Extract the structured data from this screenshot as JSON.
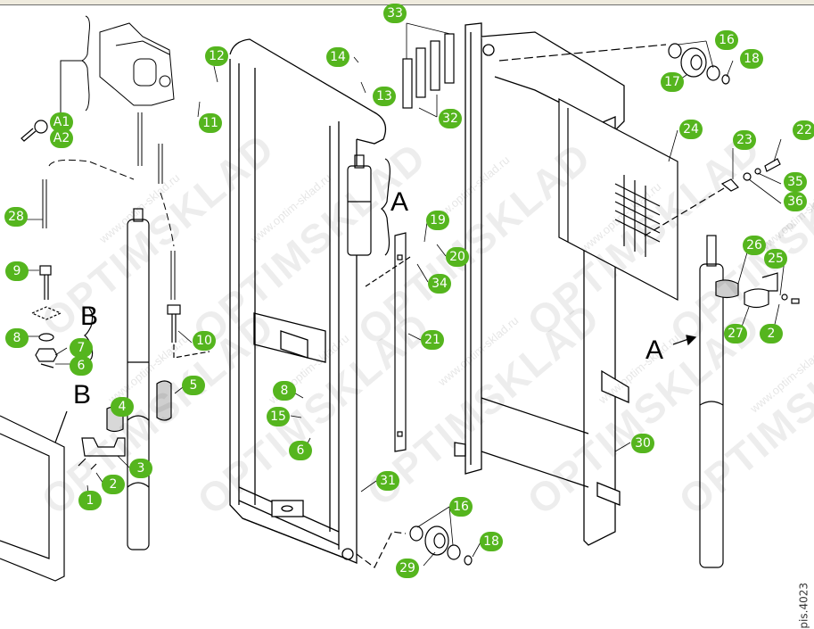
{
  "viewer": {
    "toolbar_color": "#efebde"
  },
  "diagram": {
    "title": "Mast assembly exploded view",
    "callout_color": "#55b51e",
    "drawing_number": "pis.4023",
    "watermark": {
      "brand": "OPTIMSKLAD",
      "url": "www.optim-sklad.ru"
    },
    "group_labels": {
      "A_detail": "A",
      "B_group": "B",
      "B_view": "B",
      "A_view": "A"
    },
    "callouts": [
      {
        "id": "c12",
        "label": "12"
      },
      {
        "id": "c11",
        "label": "11"
      },
      {
        "id": "cA1",
        "label": "A1"
      },
      {
        "id": "cA2",
        "label": "A2"
      },
      {
        "id": "c14",
        "label": "14"
      },
      {
        "id": "c13",
        "label": "13"
      },
      {
        "id": "c33",
        "label": "33"
      },
      {
        "id": "c32",
        "label": "32"
      },
      {
        "id": "c16a",
        "label": "16"
      },
      {
        "id": "c18a",
        "label": "18"
      },
      {
        "id": "c17",
        "label": "17"
      },
      {
        "id": "c24",
        "label": "24"
      },
      {
        "id": "c23",
        "label": "23"
      },
      {
        "id": "c22",
        "label": "22"
      },
      {
        "id": "c35",
        "label": "35"
      },
      {
        "id": "c36",
        "label": "36"
      },
      {
        "id": "c28",
        "label": "28"
      },
      {
        "id": "c9",
        "label": "9"
      },
      {
        "id": "c8a",
        "label": "8"
      },
      {
        "id": "c7",
        "label": "7"
      },
      {
        "id": "c6a",
        "label": "6"
      },
      {
        "id": "c10",
        "label": "10"
      },
      {
        "id": "c5",
        "label": "5"
      },
      {
        "id": "c4",
        "label": "4"
      },
      {
        "id": "c3",
        "label": "3"
      },
      {
        "id": "c2a",
        "label": "2"
      },
      {
        "id": "c1",
        "label": "1"
      },
      {
        "id": "c19",
        "label": "19"
      },
      {
        "id": "c20",
        "label": "20"
      },
      {
        "id": "c34",
        "label": "34"
      },
      {
        "id": "c21",
        "label": "21"
      },
      {
        "id": "c8b",
        "label": "8"
      },
      {
        "id": "c15",
        "label": "15"
      },
      {
        "id": "c6b",
        "label": "6"
      },
      {
        "id": "c31",
        "label": "31"
      },
      {
        "id": "c16b",
        "label": "16"
      },
      {
        "id": "c18b",
        "label": "18"
      },
      {
        "id": "c29",
        "label": "29"
      },
      {
        "id": "c26",
        "label": "26"
      },
      {
        "id": "c25",
        "label": "25"
      },
      {
        "id": "c27",
        "label": "27"
      },
      {
        "id": "c2b",
        "label": "2"
      },
      {
        "id": "c30",
        "label": "30"
      }
    ]
  }
}
